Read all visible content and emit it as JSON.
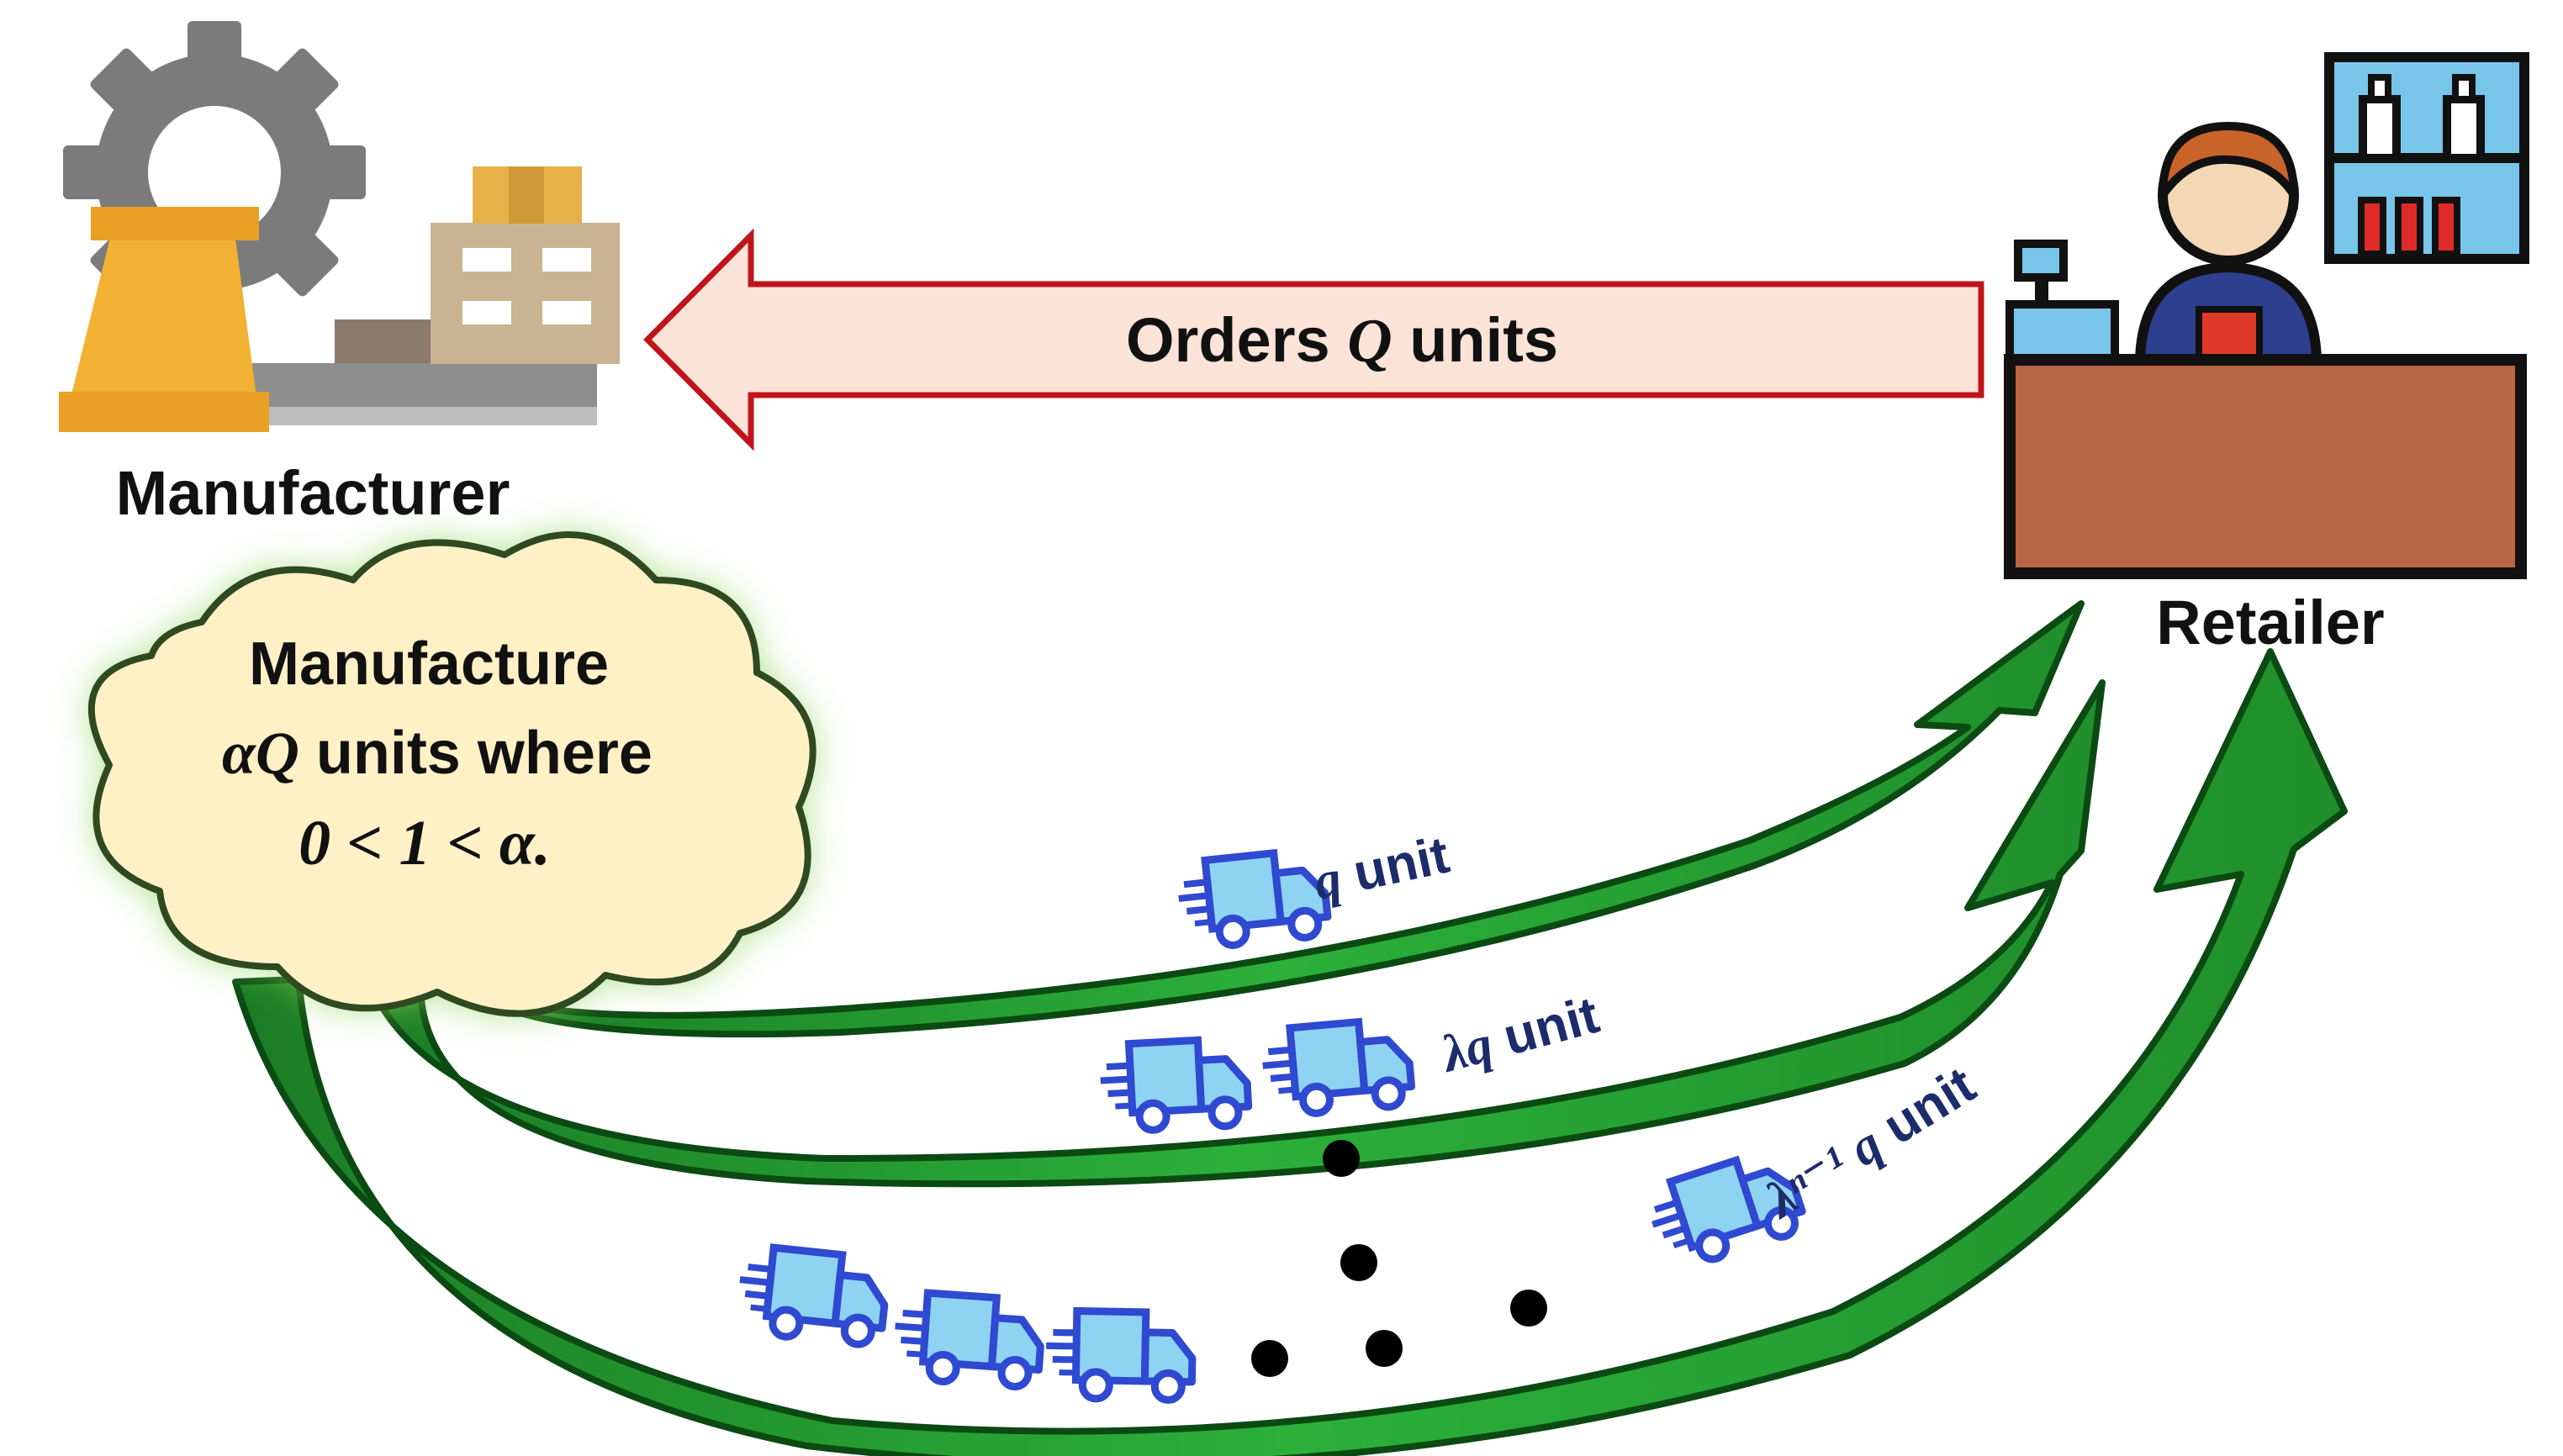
{
  "nodes": {
    "manufacturer": {
      "label": "Manufacturer",
      "icon": "factory-icon"
    },
    "retailer": {
      "label": "Retailer",
      "icon": "shopkeeper-icon"
    }
  },
  "order_arrow": {
    "text_pre": "Orders ",
    "text_var": "Q",
    "text_post": " units",
    "fill": "#fbe3d8",
    "stroke": "#c0141b"
  },
  "cloud": {
    "line1": "Manufacture",
    "line2_var": "αQ",
    "line2_post": " units where",
    "line3": "0 < 1 < α.",
    "fill": "#fff1c5",
    "stroke": "#2f4a20",
    "glow": "#8fd45a"
  },
  "shipments": [
    {
      "label_var": "q",
      "label_post": " unit",
      "truck_count": 1
    },
    {
      "label_var": "λq",
      "label_post": " unit",
      "truck_count": 2
    },
    {
      "label_var": "λⁿ⁻¹ q",
      "label_post": " unit",
      "truck_count": 4
    }
  ],
  "colors": {
    "arrow_green": "#22962e",
    "arrow_dark": "#0b4a12",
    "truck_blue": "#2f49d1",
    "truck_light": "#8fd3f2",
    "label_navy": "#1c2c6b",
    "gear": "#7b7b7b",
    "factory_orange": "#f2b132",
    "building_tan": "#c9b393",
    "counter_brown": "#b86545",
    "shelf_blue": "#77c6ea"
  }
}
